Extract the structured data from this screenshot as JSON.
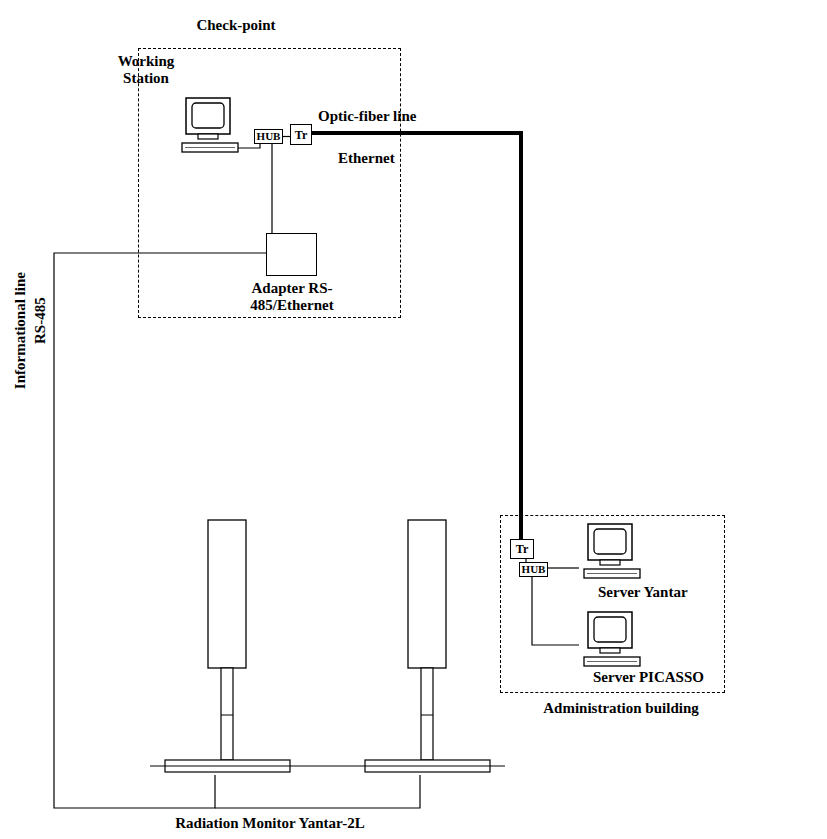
{
  "diagram": {
    "nodes": [
      {
        "text": [
          "Check-point"
        ]
      },
      {
        "text": [
          "Working Station"
        ],
        "in": 0
      },
      {
        "text": [
          "HUB"
        ],
        "in": 0
      },
      {
        "text": [
          "Tr"
        ],
        "in": 0
      },
      {
        "text": [
          "Adapter RS-485/Ethernet"
        ],
        "in": 0
      },
      {
        "text": [
          "Administration building"
        ]
      },
      {
        "text": [
          "Tr"
        ],
        "in": 5
      },
      {
        "text": [
          "HUB"
        ],
        "in": 5
      },
      {
        "text": [
          "Server Yantar"
        ],
        "in": 5
      },
      {
        "text": [
          "Server PICASSO"
        ],
        "in": 5
      },
      {
        "text": [
          "Radiation Monitor Yantar-2L"
        ]
      }
    ],
    "edges": [
      {
        "from": 1,
        "to": 2,
        "arrow": "none"
      },
      {
        "from": 2,
        "to": 3,
        "arrow": "none"
      },
      {
        "from": 2,
        "to": 4,
        "arrow": "none"
      },
      {
        "from": 3,
        "to": 6,
        "arrow": "none"
      },
      {
        "from": 4,
        "to": 10,
        "arrow": "none"
      },
      {
        "from": 6,
        "to": 7,
        "arrow": "none"
      },
      {
        "from": 7,
        "to": 8,
        "arrow": "none"
      },
      {
        "from": 7,
        "to": 9,
        "arrow": "none"
      }
    ],
    "labels": [
      "Optic-fiber line",
      "Ethernet",
      "Informational line",
      "RS-485"
    ]
  }
}
